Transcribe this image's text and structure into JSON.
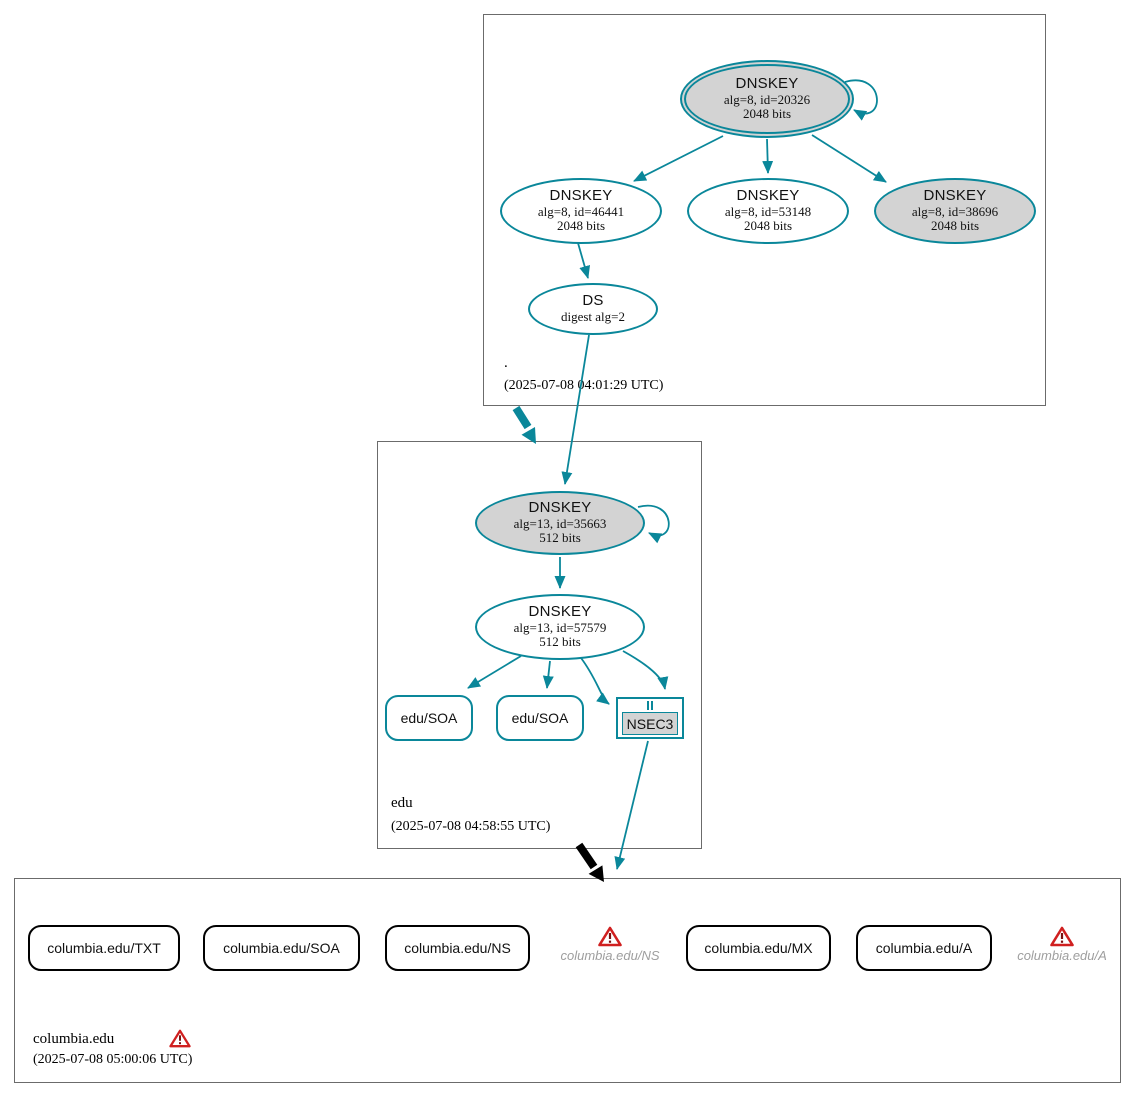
{
  "zones": {
    "root": {
      "name": ".",
      "timestamp": "(2025-07-08 04:01:29 UTC)",
      "ksk": {
        "title": "DNSKEY",
        "detail": "alg=8, id=20326",
        "bits": "2048 bits"
      },
      "zsk1": {
        "title": "DNSKEY",
        "detail": "alg=8, id=46441",
        "bits": "2048 bits"
      },
      "zsk2": {
        "title": "DNSKEY",
        "detail": "alg=8, id=53148",
        "bits": "2048 bits"
      },
      "zsk3": {
        "title": "DNSKEY",
        "detail": "alg=8, id=38696",
        "bits": "2048 bits"
      },
      "ds": {
        "title": "DS",
        "detail": "digest alg=2"
      }
    },
    "edu": {
      "name": "edu",
      "timestamp": "(2025-07-08 04:58:55 UTC)",
      "ksk": {
        "title": "DNSKEY",
        "detail": "alg=13, id=35663",
        "bits": "512 bits"
      },
      "zsk": {
        "title": "DNSKEY",
        "detail": "alg=13, id=57579",
        "bits": "512 bits"
      },
      "soa1": {
        "label": "edu/SOA"
      },
      "soa2": {
        "label": "edu/SOA"
      },
      "nsec3": {
        "label": "NSEC3"
      }
    },
    "columbia": {
      "name": "columbia.edu",
      "timestamp": "(2025-07-08 05:00:06 UTC)",
      "rrsets": [
        {
          "label": "columbia.edu/TXT"
        },
        {
          "label": "columbia.edu/SOA"
        },
        {
          "label": "columbia.edu/NS"
        },
        {
          "label": "columbia.edu/MX"
        },
        {
          "label": "columbia.edu/A"
        }
      ],
      "ghosts": [
        {
          "label": "columbia.edu/NS"
        },
        {
          "label": "columbia.edu/A"
        }
      ]
    }
  },
  "colors": {
    "secure_teal": "#0a879a",
    "insecure_black": "#000000",
    "node_fill_gray": "#d3d3d3",
    "ghost_text_gray": "#9e9e9e",
    "warning_red": "#d02020"
  }
}
